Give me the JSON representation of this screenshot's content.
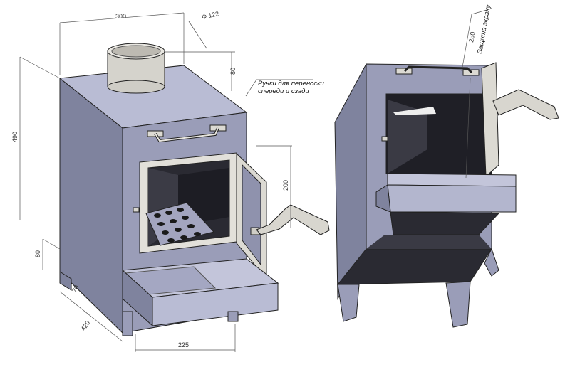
{
  "dimensions": {
    "width_top": "300",
    "pipe_diameter": "Ф 122",
    "pipe_height": "80",
    "total_height": "490",
    "leg_height": "80",
    "leg_offset": "70",
    "depth": "420",
    "ash_width": "225",
    "door_height": "200",
    "screen_size": "230"
  },
  "notes": {
    "handles_line1": "Ручки для переноски",
    "handles_line2": "спереди и сзади",
    "screen_label": "Защита экрану"
  },
  "colors": {
    "body_front": "#9a9db8",
    "body_side": "#7f839e",
    "body_top": "#b9bcd4",
    "dark": "#2a2a32",
    "metal": "#d8d6cf"
  }
}
